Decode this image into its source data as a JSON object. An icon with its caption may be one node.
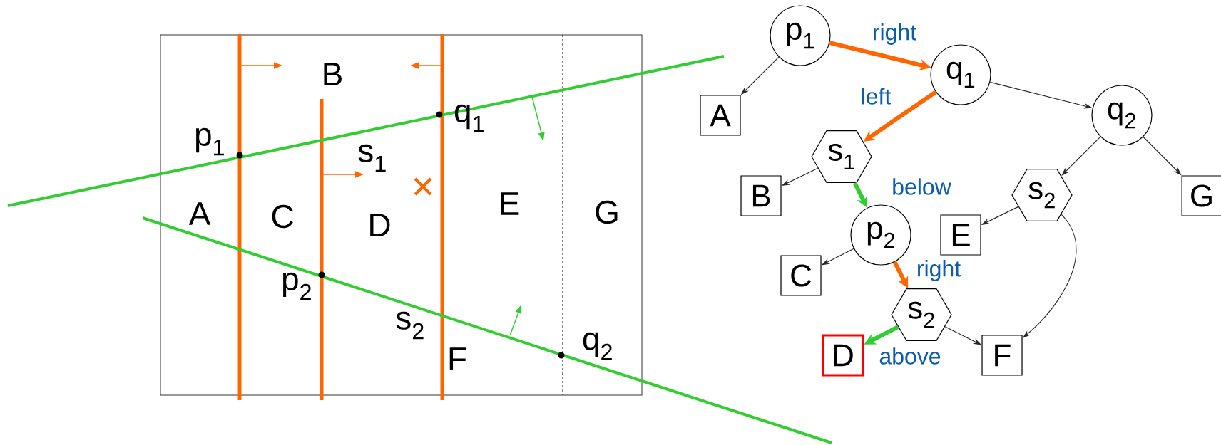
{
  "diagram": {
    "nodes": [
      {
        "text": [
          "p$_{1}$"
        ]
      },
      {
        "text": [
          "A"
        ]
      },
      {
        "text": [
          "q$_{1}$"
        ]
      },
      {
        "text": [
          "s$_{1}$"
        ]
      },
      {
        "text": [
          "q$_{2}$"
        ]
      },
      {
        "text": [
          "B"
        ]
      },
      {
        "text": [
          "s$_{2}$"
        ]
      },
      {
        "text": [
          "G"
        ]
      },
      {
        "text": [
          "p$_{2}$"
        ]
      },
      {
        "text": [
          "E"
        ]
      },
      {
        "text": [
          "C"
        ]
      },
      {
        "text": [
          "s$_{2}$"
        ]
      },
      {
        "text": [
          "D"
        ]
      },
      {
        "text": [
          "F"
        ]
      }
    ],
    "edges": [
      {
        "from": 0,
        "to": 1,
        "arrow": "to"
      },
      {
        "from": 0,
        "to": 2,
        "arrow": "to",
        "label": "right",
        "style": "thick",
        "color": "#ff6600"
      },
      {
        "from": 2,
        "to": 3,
        "arrow": "to",
        "label": "left",
        "style": "thick",
        "color": "#ff6600"
      },
      {
        "from": 2,
        "to": 4,
        "arrow": "to"
      },
      {
        "from": 3,
        "to": 5,
        "arrow": "to"
      },
      {
        "from": 3,
        "to": 8,
        "arrow": "to",
        "label": "below",
        "style": "thick",
        "color": "#33cc33"
      },
      {
        "from": 4,
        "to": 6,
        "arrow": "to"
      },
      {
        "from": 4,
        "to": 7,
        "arrow": "to"
      },
      {
        "from": 6,
        "to": 9,
        "arrow": "to"
      },
      {
        "from": 6,
        "to": 13,
        "arrow": "to"
      },
      {
        "from": 8,
        "to": 10,
        "arrow": "to"
      },
      {
        "from": 8,
        "to": 11,
        "arrow": "to",
        "label": "right",
        "style": "thick",
        "color": "#ff6600"
      },
      {
        "from": 11,
        "to": 12,
        "arrow": "to",
        "label": "above",
        "style": "thick",
        "color": "#33cc33"
      },
      {
        "from": 11,
        "to": 13,
        "arrow": "to"
      }
    ],
    "labels": [
      "B",
      "q$_{1}$",
      "p$_{1}$",
      "s$_{1}$",
      "C",
      "D",
      "E",
      "G",
      "A",
      "p$_{2}$",
      "s$_{2}$",
      "F",
      "q$_{2}$"
    ]
  }
}
